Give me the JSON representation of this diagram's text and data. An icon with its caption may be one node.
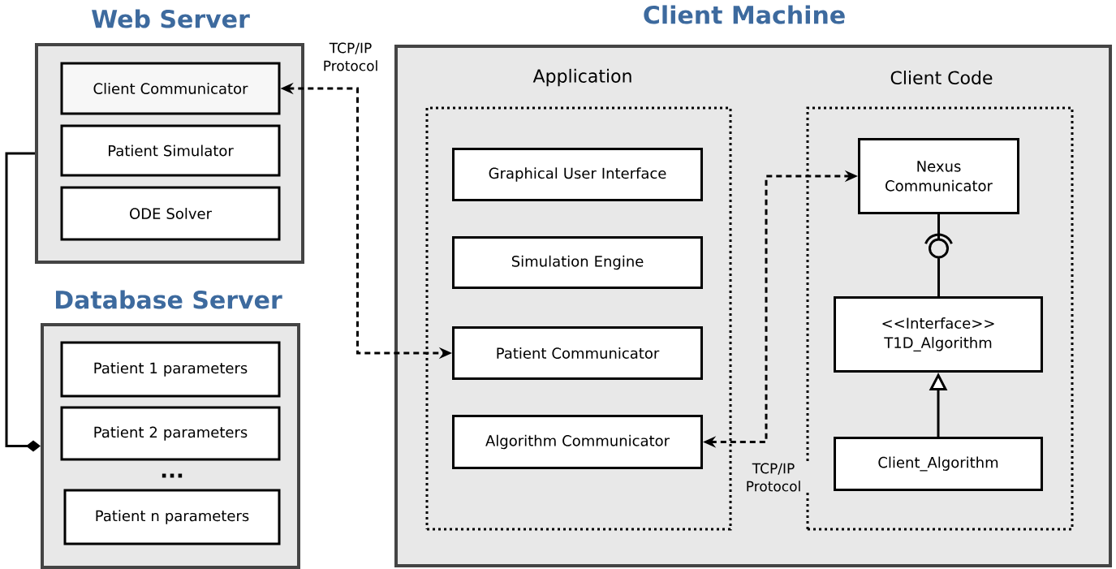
{
  "diagram": {
    "nodes": [
      {
        "text": [
          "Web Server"
        ]
      },
      {
        "text": [
          "Client Communicator"
        ],
        "in": 0
      },
      {
        "text": [
          "Patient Simulator"
        ],
        "in": 0
      },
      {
        "text": [
          "ODE Solver"
        ],
        "in": 0
      },
      {
        "text": [
          "Database Server"
        ]
      },
      {
        "text": [
          "Patient 1 parameters"
        ],
        "in": 4
      },
      {
        "text": [
          "Patient 2 parameters"
        ],
        "in": 4
      },
      {
        "text": [
          "Patient n parameters"
        ],
        "in": 4
      },
      {
        "text": [
          "Client Machine"
        ]
      },
      {
        "text": [
          "Application"
        ],
        "in": 8
      },
      {
        "text": [
          "Graphical User Interface"
        ],
        "in": 9
      },
      {
        "text": [
          "Simulation Engine"
        ],
        "in": 9
      },
      {
        "text": [
          "Patient Communicator"
        ],
        "in": 9
      },
      {
        "text": [
          "Algorithm Communicator"
        ],
        "in": 9
      },
      {
        "text": [
          "Client Code"
        ],
        "in": 8
      },
      {
        "text": [
          "Nexus Communicator"
        ],
        "in": 14
      },
      {
        "text": [
          "<<Interface>> T1D_Algorithm"
        ],
        "in": 14
      },
      {
        "text": [
          "Client_Algorithm"
        ],
        "in": 14
      }
    ],
    "edges": [
      {
        "from": 0,
        "to": 4,
        "arrow": "other"
      },
      {
        "from": 1,
        "to": 12,
        "arrow": "both",
        "style": "dashed",
        "label": "TCP/IP Protocol"
      },
      {
        "from": 13,
        "to": 15,
        "arrow": "both",
        "style": "dashed",
        "label": "TCP/IP Protocol"
      },
      {
        "from": 15,
        "to": 16,
        "arrow": "none"
      },
      {
        "from": 17,
        "to": 16,
        "arrow": "to"
      }
    ],
    "labels": [
      "..."
    ]
  }
}
